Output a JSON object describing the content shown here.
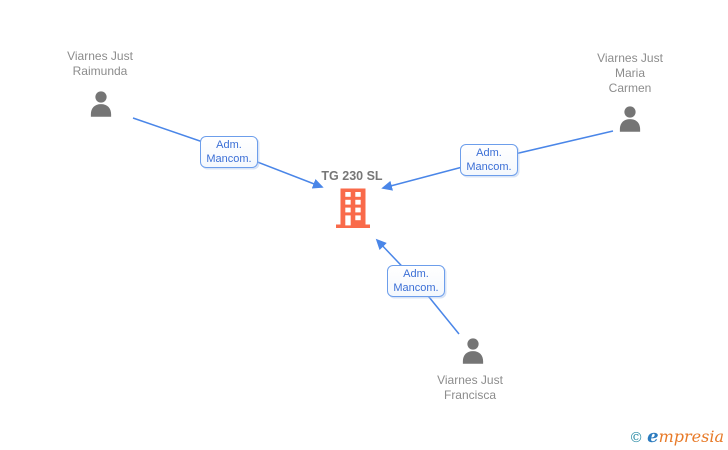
{
  "diagram": {
    "company": {
      "name": "TG 230 SL"
    },
    "persons": [
      {
        "id": "raimunda",
        "line1": "Viarnes Just",
        "line2": "Raimunda"
      },
      {
        "id": "maria-carmen",
        "line1": "Viarnes Just",
        "line2": "Maria",
        "line3": "Carmen"
      },
      {
        "id": "francisca",
        "line1": "Viarnes Just",
        "line2": "Francisca"
      }
    ],
    "edges": [
      {
        "from": "raimunda",
        "to": "TG 230 SL",
        "label_line1": "Adm.",
        "label_line2": "Mancom."
      },
      {
        "from": "maria-carmen",
        "to": "TG 230 SL",
        "label_line1": "Adm.",
        "label_line2": "Mancom."
      },
      {
        "from": "francisca",
        "to": "TG 230 SL",
        "label_line1": "Adm.",
        "label_line2": "Mancom."
      }
    ]
  },
  "watermark": {
    "copyright": "©",
    "brand_first_letter": "e",
    "brand_rest": "mpresia"
  },
  "colors": {
    "edge_blue": "#4a86e8",
    "box_border_blue": "#6d9eeb",
    "box_text_blue": "#3b6fd6",
    "person_gray": "#757575",
    "name_gray": "#8c8c8c",
    "company_gray": "#777777",
    "building_orange": "#f96a4a",
    "logo_teal": "#2b8ca6",
    "logo_blue": "#2b7bbf",
    "logo_orange": "#e87a28"
  }
}
